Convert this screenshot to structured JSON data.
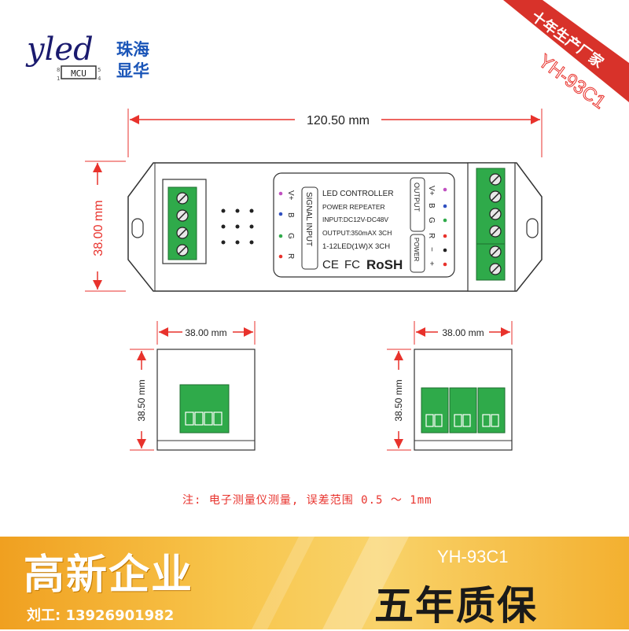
{
  "header": {
    "logo_text": "yled",
    "logo_chip_label": "MCU",
    "logo_pin_numbers": [
      "8",
      "5",
      "1",
      "4"
    ],
    "company_line1": "珠海",
    "company_line2": "显华",
    "ribbon_text": "十年生产厂家",
    "model_watermark": "YH-93C1"
  },
  "drawing": {
    "length_label": "120.50 mm",
    "height_label": "38.00 mm",
    "device_label": {
      "line1": "LED CONTROLLER",
      "line2": "POWER REPEATER",
      "line3": "INPUT:DC12V-DC48V",
      "line4": "OUTPUT:350mAX 3CH",
      "line5": "1-12LED(1W)X 3CH",
      "cert_ce": "CE",
      "cert_fc": "FC",
      "cert_rosh": "RoSH"
    },
    "signal_input_label": "SIGNAL INPUT",
    "signal_pins": [
      "V+",
      "B",
      "G",
      "R"
    ],
    "output_label": "OUTPUT",
    "output_pins": [
      "V+",
      "B",
      "G",
      "R"
    ],
    "power_label": "POWER",
    "power_pins": [
      "−",
      "+"
    ],
    "end_view_left": {
      "width_label": "38.00 mm",
      "height_label": "38.50 mm"
    },
    "end_view_right": {
      "width_label": "38.00 mm",
      "height_label": "38.50 mm"
    },
    "note": "注: 电子测量仪测量, 误差范围 0.5 ～ 1mm"
  },
  "footer": {
    "big_left": "高新企业",
    "contact": "刘工: 13926901982",
    "model": "YH-93C1",
    "big_right": "五年质保"
  },
  "colors": {
    "dimension_red": "#e8322c",
    "terminal_green": "#2faa4a",
    "ribbon_red": "#d8322a",
    "brand_blue": "#1a55b8"
  }
}
